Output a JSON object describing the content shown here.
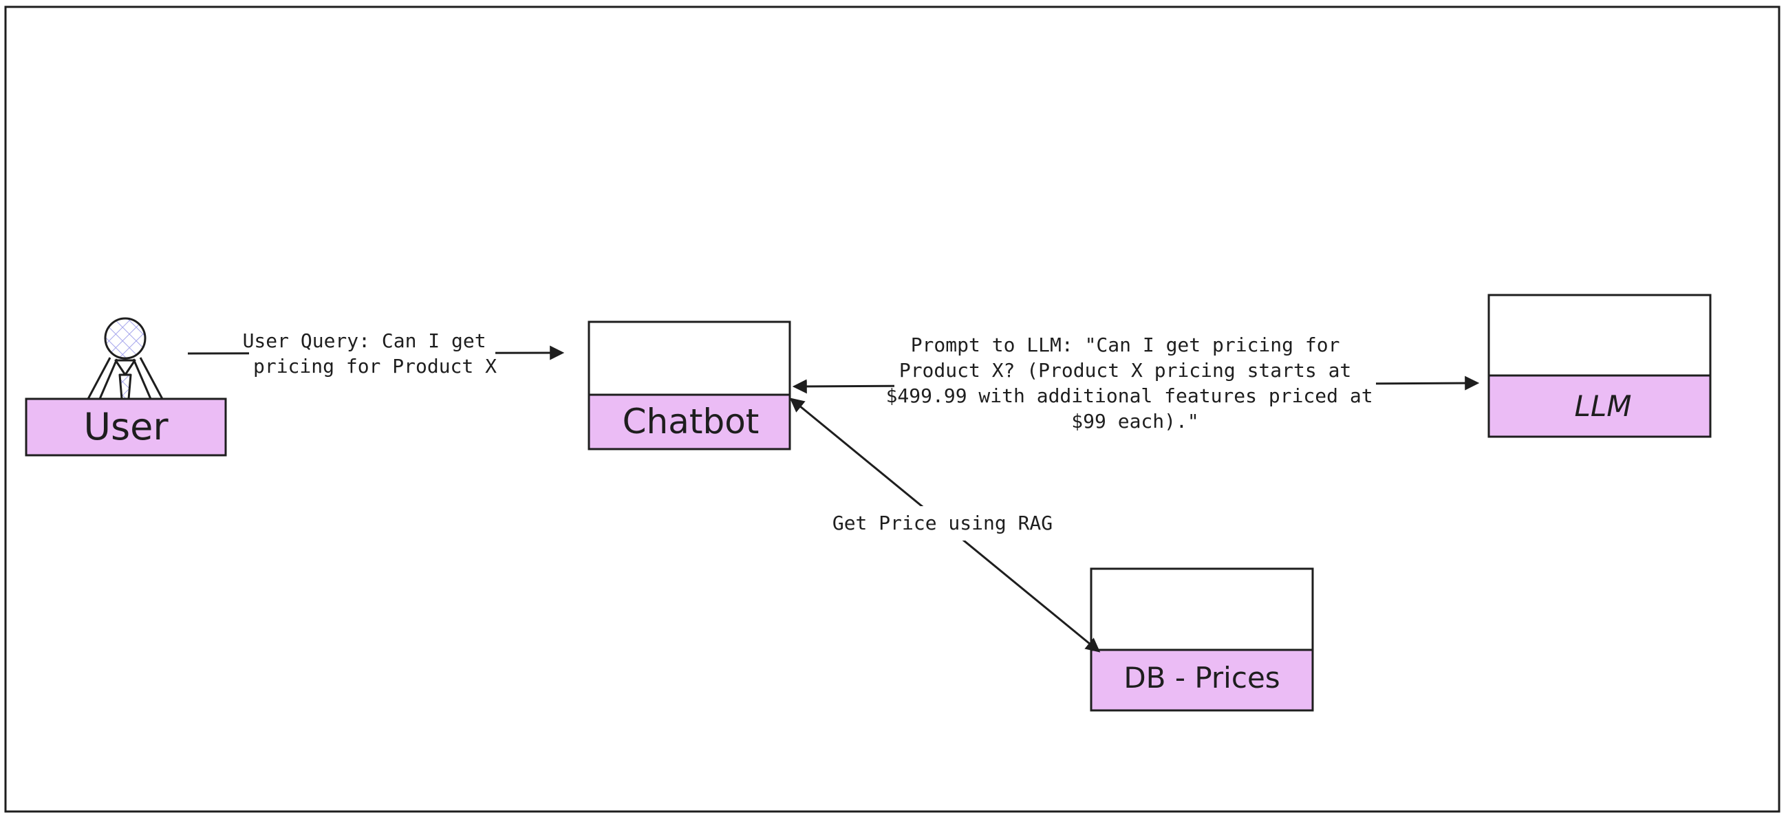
{
  "colors": {
    "node_fill": "#ebbcf5",
    "stroke": "#1e1e1e",
    "label_bg": "#ffffff",
    "hatch": "#a5a5ec"
  },
  "icons": {
    "user": "person-with-tie-icon"
  },
  "nodes": {
    "user": {
      "label": "User"
    },
    "chatbot": {
      "label": "Chatbot"
    },
    "llm": {
      "label": "LLM"
    },
    "db": {
      "label": "DB - Prices"
    }
  },
  "edges": {
    "user_to_chatbot": {
      "lines": [
        "User Query: Can I get",
        "pricing for Product X"
      ]
    },
    "chatbot_llm": {
      "lines": [
        "Prompt to LLM: \"Can I get pricing for",
        "Product X? (Product X pricing starts at",
        "$499.99 with additional features priced at",
        "$99 each).\""
      ]
    },
    "chatbot_db": {
      "lines": [
        "Get Price using RAG"
      ]
    }
  }
}
